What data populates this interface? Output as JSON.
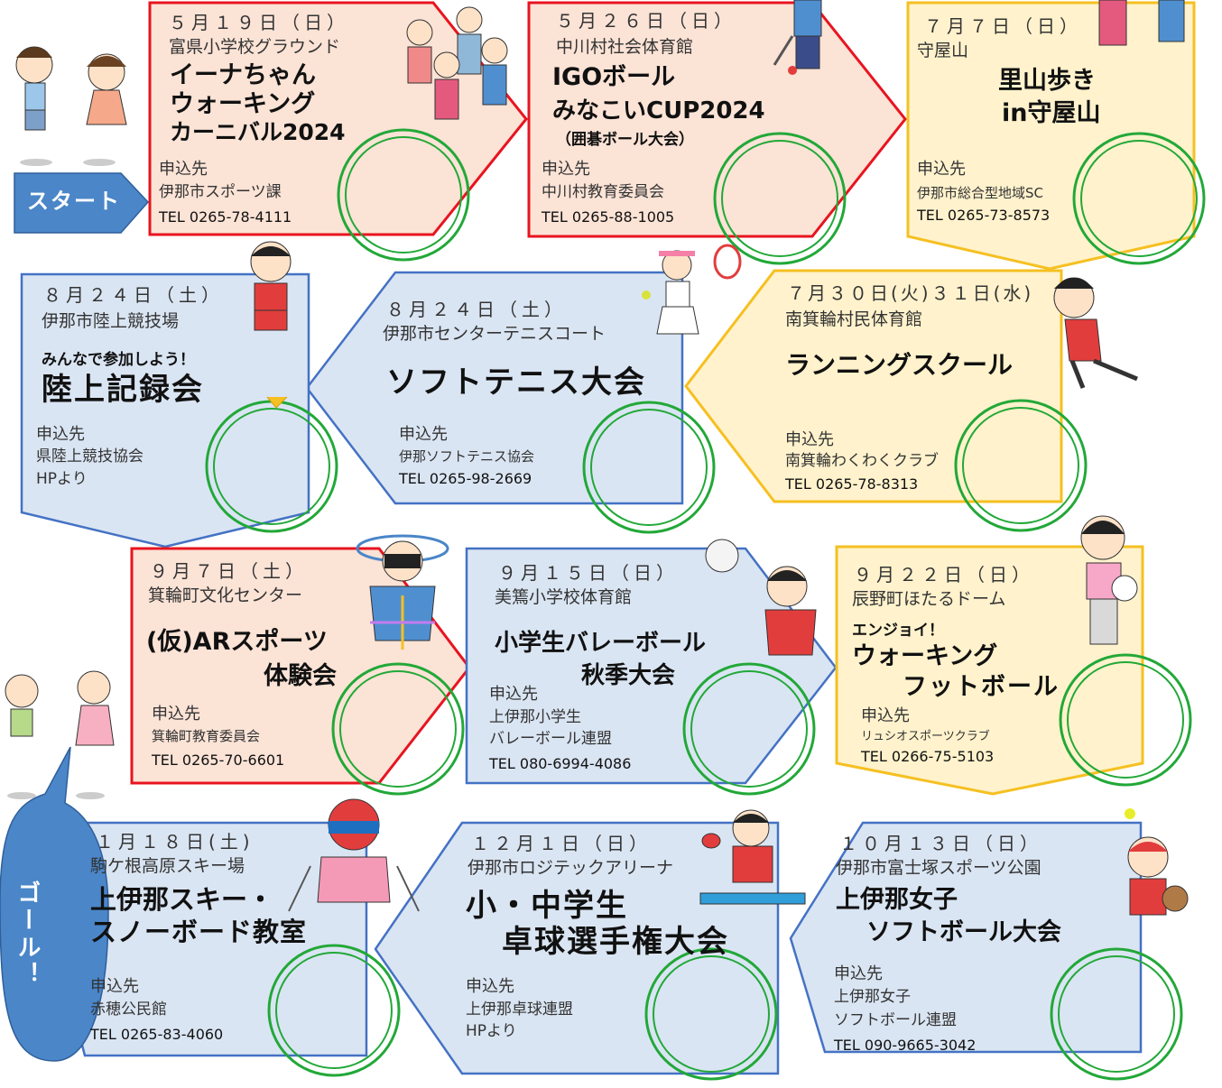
{
  "start": "スタート",
  "goal": "ゴール！",
  "apply_label": "申込先",
  "colors": {
    "pink_fill": "#fbe3d6",
    "red_border": "#e8141f",
    "yellow_fill": "#fff2cc",
    "yellow_border": "#f5c021",
    "blue_fill": "#dae5f3",
    "blue_border": "#4472c4",
    "stamp_green": "#22a838"
  },
  "events": [
    {
      "date": "５月１９日（日）",
      "venue": "富県小学校グラウンド",
      "title": [
        "イーナちゃん",
        "ウォーキング",
        "カーニバル2024"
      ],
      "org": [
        "伊那市スポーツ課"
      ],
      "tel": "TEL 0265-78-4111"
    },
    {
      "date": "５月２６日（日）",
      "venue": "中川村社会体育館",
      "title": [
        "IGOボール",
        "みなこいCUP2024"
      ],
      "sub": "（囲碁ボール大会）",
      "org": [
        "中川村教育委員会"
      ],
      "tel": "TEL 0265-88-1005"
    },
    {
      "date": "７月７日（日）",
      "venue": "守屋山",
      "title": [
        "里山歩き",
        "in守屋山"
      ],
      "org": [
        "伊那市総合型地域SC"
      ],
      "tel": "TEL 0265-73-8573"
    },
    {
      "date": "７月３０日(火)３１日(水)",
      "venue": "南箕輪村民体育館",
      "title": [
        "ランニングスクール"
      ],
      "org": [
        "南箕輪わくわくクラブ"
      ],
      "tel": "TEL 0265-78-8313"
    },
    {
      "date": "８月２４日（土）",
      "venue": "伊那市センターテニスコート",
      "title": [
        "ソフトテニス大会"
      ],
      "org": [
        "伊那ソフトテニス協会"
      ],
      "tel": "TEL 0265-98-2669"
    },
    {
      "date": "８月２４日（土）",
      "venue": "伊那市陸上競技場",
      "sub": "みんなで参加しよう！",
      "title": [
        "陸上記録会"
      ],
      "org": [
        "県陸上競技協会",
        "HPより"
      ],
      "tel": ""
    },
    {
      "date": "９月７日（土）",
      "venue": "箕輪町文化センター",
      "title": [
        "(仮)ARスポーツ",
        "体験会"
      ],
      "org": [
        "箕輪町教育委員会"
      ],
      "tel": "TEL 0265-70-6601"
    },
    {
      "date": "９月１５日（日）",
      "venue": "美篶小学校体育館",
      "title": [
        "小学生バレーボール",
        "秋季大会"
      ],
      "org": [
        "上伊那小学生",
        "バレーボール連盟"
      ],
      "tel": "TEL 080-6994-4086"
    },
    {
      "date": "９月２２日（日）",
      "venue": "辰野町ほたるドーム",
      "sub": "エンジョイ！",
      "title": [
        "ウォーキング",
        "フットボール"
      ],
      "org": [
        "リュシオスポーツクラブ"
      ],
      "tel": "TEL 0266-75-5103"
    },
    {
      "date": "１０月１３日（日）",
      "venue": "伊那市富士塚スポーツ公園",
      "title": [
        "上伊那女子",
        "ソフトボール大会"
      ],
      "org": [
        "上伊那女子",
        "ソフトボール連盟"
      ],
      "tel": "TEL 090-9665-3042"
    },
    {
      "date": "１２月１日（日）",
      "venue": "伊那市ロジテックアリーナ",
      "title": [
        "小・中学生",
        "卓球選手権大会"
      ],
      "org": [
        "上伊那卓球連盟",
        "HPより"
      ],
      "tel": ""
    },
    {
      "date": "１月１８日(土)",
      "venue": "駒ケ根高原スキー場",
      "title": [
        "上伊那スキー・",
        "スノーボード教室"
      ],
      "org": [
        "赤穂公民館"
      ],
      "tel": "TEL 0265-83-4060"
    }
  ]
}
